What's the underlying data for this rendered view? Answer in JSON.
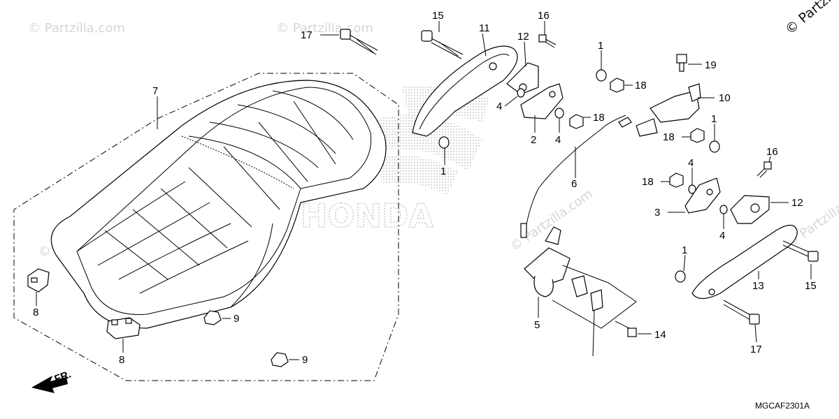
{
  "diagram": {
    "code": "MGCAF2301A",
    "direction_label": "FR.",
    "watermark_corner": "© Partzilla.com",
    "watermark_repeat": "© Partzilla.com",
    "brand_text": "HONDA"
  },
  "callouts": [
    {
      "id": "c17a",
      "label": "17"
    },
    {
      "id": "c15a",
      "label": "15"
    },
    {
      "id": "c11",
      "label": "11"
    },
    {
      "id": "c12a",
      "label": "12"
    },
    {
      "id": "c16a",
      "label": "16"
    },
    {
      "id": "c1a",
      "label": "1"
    },
    {
      "id": "c19",
      "label": "19"
    },
    {
      "id": "c18a",
      "label": "18"
    },
    {
      "id": "c10",
      "label": "10"
    },
    {
      "id": "c4a",
      "label": "4"
    },
    {
      "id": "c2",
      "label": "2"
    },
    {
      "id": "c4b",
      "label": "4"
    },
    {
      "id": "c18b",
      "label": "18"
    },
    {
      "id": "c1b",
      "label": "1"
    },
    {
      "id": "c7",
      "label": "7"
    },
    {
      "id": "c1c",
      "label": "1"
    },
    {
      "id": "c18c",
      "label": "18"
    },
    {
      "id": "c16b",
      "label": "16"
    },
    {
      "id": "c6",
      "label": "6"
    },
    {
      "id": "c4c",
      "label": "4"
    },
    {
      "id": "c18d",
      "label": "18"
    },
    {
      "id": "c12b",
      "label": "12"
    },
    {
      "id": "c3",
      "label": "3"
    },
    {
      "id": "c4d",
      "label": "4"
    },
    {
      "id": "c1d",
      "label": "1"
    },
    {
      "id": "c13",
      "label": "13"
    },
    {
      "id": "c15b",
      "label": "15"
    },
    {
      "id": "c8a",
      "label": "8"
    },
    {
      "id": "c9a",
      "label": "9"
    },
    {
      "id": "c5",
      "label": "5"
    },
    {
      "id": "c14",
      "label": "14"
    },
    {
      "id": "c8b",
      "label": "8"
    },
    {
      "id": "c9b",
      "label": "9"
    },
    {
      "id": "c17b",
      "label": "17"
    }
  ]
}
